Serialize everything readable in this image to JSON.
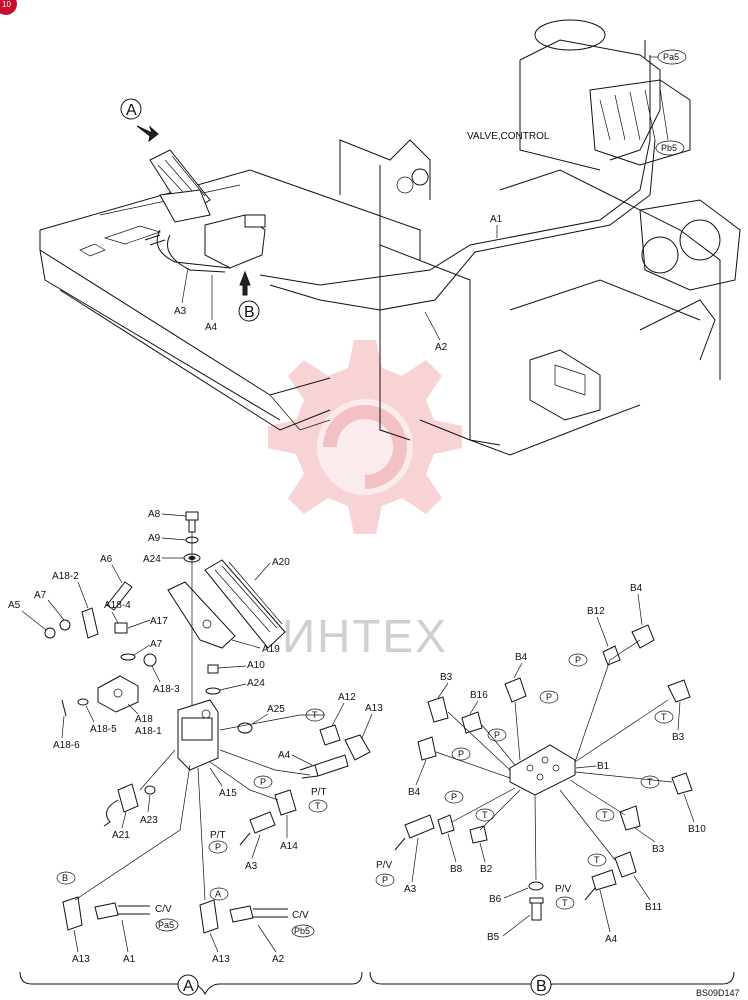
{
  "page_corner_marker": "10",
  "overview": {
    "view_a": "A",
    "view_b": "B",
    "valve_label": "VALVE,CONTROL",
    "pa5": "Pa5",
    "pb5": "Pb5",
    "a1": "A1",
    "a2": "A2",
    "a3": "A3",
    "a4": "A4"
  },
  "watermark": "ИНТЕХ",
  "detail_a": {
    "labels": {
      "a8": "A8",
      "a9": "A9",
      "a24_top": "A24",
      "a20": "A20",
      "a6": "A6",
      "a18_2": "A18-2",
      "a7_top": "A7",
      "a5": "A5",
      "a18_4": "A18-4",
      "a17": "A17",
      "a19": "A19",
      "a10": "A10",
      "a7_mid": "A7",
      "a18_3": "A18-3",
      "a24_mid": "A24",
      "a18": "A18",
      "a18_1": "A18-1",
      "a18_5": "A18-5",
      "a18_6": "A18-6",
      "a25": "A25",
      "a12": "A12",
      "a13_top": "A13",
      "a4": "A4",
      "pt_right": "P/T",
      "a15": "A15",
      "a23": "A23",
      "a21": "A21",
      "a14": "A14",
      "pt_left": "P/T",
      "a3": "A3",
      "a13_left": "A13",
      "a1": "A1",
      "cv_left": "C/V",
      "a13_mid": "A13",
      "a2": "A2",
      "cv_right": "C/V"
    },
    "tags": {
      "t1": "T",
      "p1": "P",
      "t2": "T",
      "p2": "P",
      "b": "B",
      "a": "A",
      "pa5": "Pa5",
      "pb5": "Pb5"
    },
    "section_label": "A"
  },
  "detail_b": {
    "labels": {
      "b4_top": "B4",
      "b12": "B12",
      "b4_left": "B4",
      "b3_left": "B3",
      "b16": "B16",
      "b3_right": "B3",
      "b1": "B1",
      "b4_low": "B4",
      "b10": "B10",
      "b3_low": "B3",
      "pv_left": "P/V",
      "a3": "A3",
      "b8": "B8",
      "b2": "B2",
      "b6": "B6",
      "b11": "B11",
      "pv_right": "P/V",
      "b5": "B5",
      "a4": "A4"
    },
    "tags": {
      "p1": "P",
      "p2": "P",
      "p3": "P",
      "t1": "T",
      "p4": "P",
      "t2": "T",
      "t3": "T",
      "t4": "T",
      "p5": "P",
      "t5": "T",
      "t6": "T"
    },
    "section_label": "B"
  },
  "figure_code": "BS09D147"
}
